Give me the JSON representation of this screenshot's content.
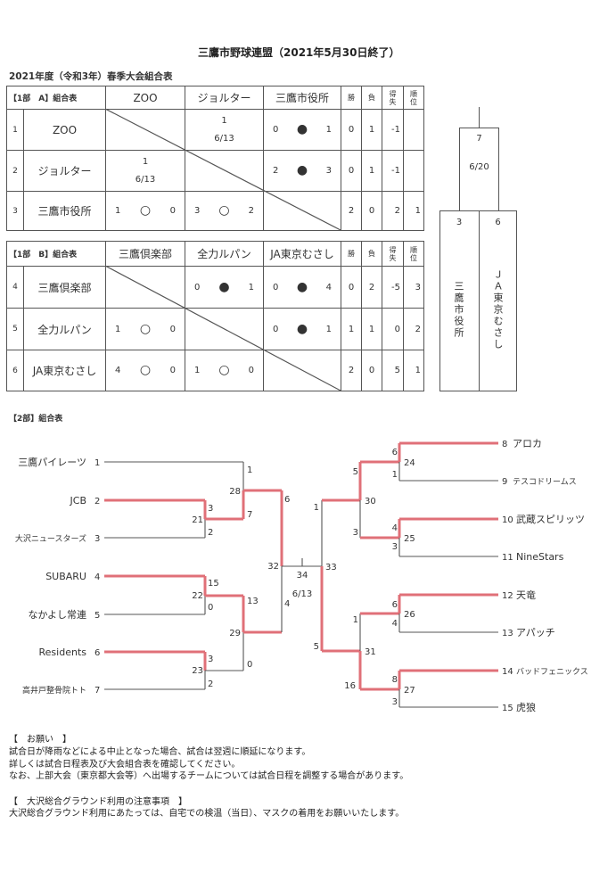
{
  "header": {
    "title": "三鷹市野球連盟（2021年5月30日終了）",
    "subtitle": "2021年度（令和3年）春季大会組合表"
  },
  "league_a": {
    "title": "【1部　A】組合表",
    "columns": [
      "ZOO",
      "ジョルター",
      "三鷹市役所"
    ],
    "stat_headers": [
      "勝",
      "負",
      "得失",
      "順位"
    ],
    "rows": [
      {
        "no": "1",
        "team": "ZOO",
        "cells": [
          null,
          {
            "match": "1",
            "date": "6/13"
          },
          {
            "a": "0",
            "mark": "●",
            "b": "1"
          }
        ],
        "w": "0",
        "l": "1",
        "diff": "-1",
        "rank": ""
      },
      {
        "no": "2",
        "team": "ジョルター",
        "cells": [
          {
            "match": "1",
            "date": "6/13"
          },
          null,
          {
            "a": "2",
            "mark": "●",
            "b": "3"
          }
        ],
        "w": "0",
        "l": "1",
        "diff": "-1",
        "rank": ""
      },
      {
        "no": "3",
        "team": "三鷹市役所",
        "cells": [
          {
            "a": "1",
            "mark": "○",
            "b": "0"
          },
          {
            "a": "3",
            "mark": "○",
            "b": "2"
          },
          null
        ],
        "w": "2",
        "l": "0",
        "diff": "2",
        "rank": "1"
      }
    ]
  },
  "league_b": {
    "title": "【1部　B】組合表",
    "columns": [
      "三鷹倶楽部",
      "全力ルパン",
      "JA東京むさし"
    ],
    "stat_headers": [
      "勝",
      "負",
      "得失",
      "順位"
    ],
    "rows": [
      {
        "no": "4",
        "team": "三鷹倶楽部",
        "cells": [
          null,
          {
            "a": "0",
            "mark": "●",
            "b": "1"
          },
          {
            "a": "0",
            "mark": "●",
            "b": "4"
          }
        ],
        "w": "0",
        "l": "2",
        "diff": "-5",
        "rank": "3"
      },
      {
        "no": "5",
        "team": "全力ルパン",
        "cells": [
          {
            "a": "1",
            "mark": "○",
            "b": "0"
          },
          null,
          {
            "a": "0",
            "mark": "●",
            "b": "1"
          }
        ],
        "w": "1",
        "l": "1",
        "diff": "0",
        "rank": "2"
      },
      {
        "no": "6",
        "team": "JA東京むさし",
        "cells": [
          {
            "a": "4",
            "mark": "○",
            "b": "0"
          },
          {
            "a": "1",
            "mark": "○",
            "b": "0"
          },
          null
        ],
        "w": "2",
        "l": "0",
        "diff": "5",
        "rank": "1"
      }
    ]
  },
  "final": {
    "match": "7",
    "date": "6/20",
    "left_seed": "3",
    "left_team": "三鷹市役所",
    "right_seed": "6",
    "right_team": "ＪＡ東京むさし"
  },
  "division2": {
    "title": "【2部】組合表",
    "left_teams": [
      {
        "name": "三鷹パイレーツ",
        "seed": "1"
      },
      {
        "name": "JCB",
        "seed": "2"
      },
      {
        "name": "大沢ニュースターズ",
        "seed": "3"
      },
      {
        "name": "SUBARU",
        "seed": "4"
      },
      {
        "name": "なかよし常連",
        "seed": "5"
      },
      {
        "name": "Residents",
        "seed": "6"
      },
      {
        "name": "高井戸整骨院トト",
        "seed": "7"
      }
    ],
    "right_teams": [
      {
        "name": "アロカ",
        "seed": "8"
      },
      {
        "name": "テスコドリームス",
        "seed": "9"
      },
      {
        "name": "武蔵スピリッツ",
        "seed": "10"
      },
      {
        "name": "NineStars",
        "seed": "11"
      },
      {
        "name": "天竜",
        "seed": "12"
      },
      {
        "name": "アパッチ",
        "seed": "13"
      },
      {
        "name": "バッドフェニックス",
        "seed": "14"
      },
      {
        "name": "虎狼",
        "seed": "15"
      }
    ],
    "match_numbers": [
      "21",
      "22",
      "23",
      "28",
      "29",
      "32",
      "24",
      "25",
      "26",
      "27",
      "30",
      "31",
      "33",
      "34"
    ],
    "scores": [
      "1",
      "3",
      "7",
      "2",
      "15",
      "13",
      "0",
      "3",
      "0",
      "2",
      "6",
      "4",
      "6",
      "1",
      "4",
      "3",
      "6",
      "4",
      "8",
      "3",
      "5",
      "3",
      "1",
      "16",
      "1",
      "5"
    ],
    "final_date": "6/13"
  },
  "notes": {
    "request_title": "【　お願い　】",
    "request_lines": [
      "試合日が降雨などによる中止となった場合、試合は翌週に順延になります。",
      "詳しくは試合日程表及び大会組合表を確認してください。",
      "なお、上部大会（東京都大会等）へ出場するチームについては試合日程を調整する場合があります。"
    ],
    "ground_title": "【　大沢総合グラウンド利用の注意事項　】",
    "ground_lines": [
      "大沢総合グラウンド利用にあたっては、自宅での検温（当日）、マスクの着用をお願いいたします。"
    ]
  },
  "colors": {
    "winner_line": "#e07078",
    "line": "#555555"
  }
}
